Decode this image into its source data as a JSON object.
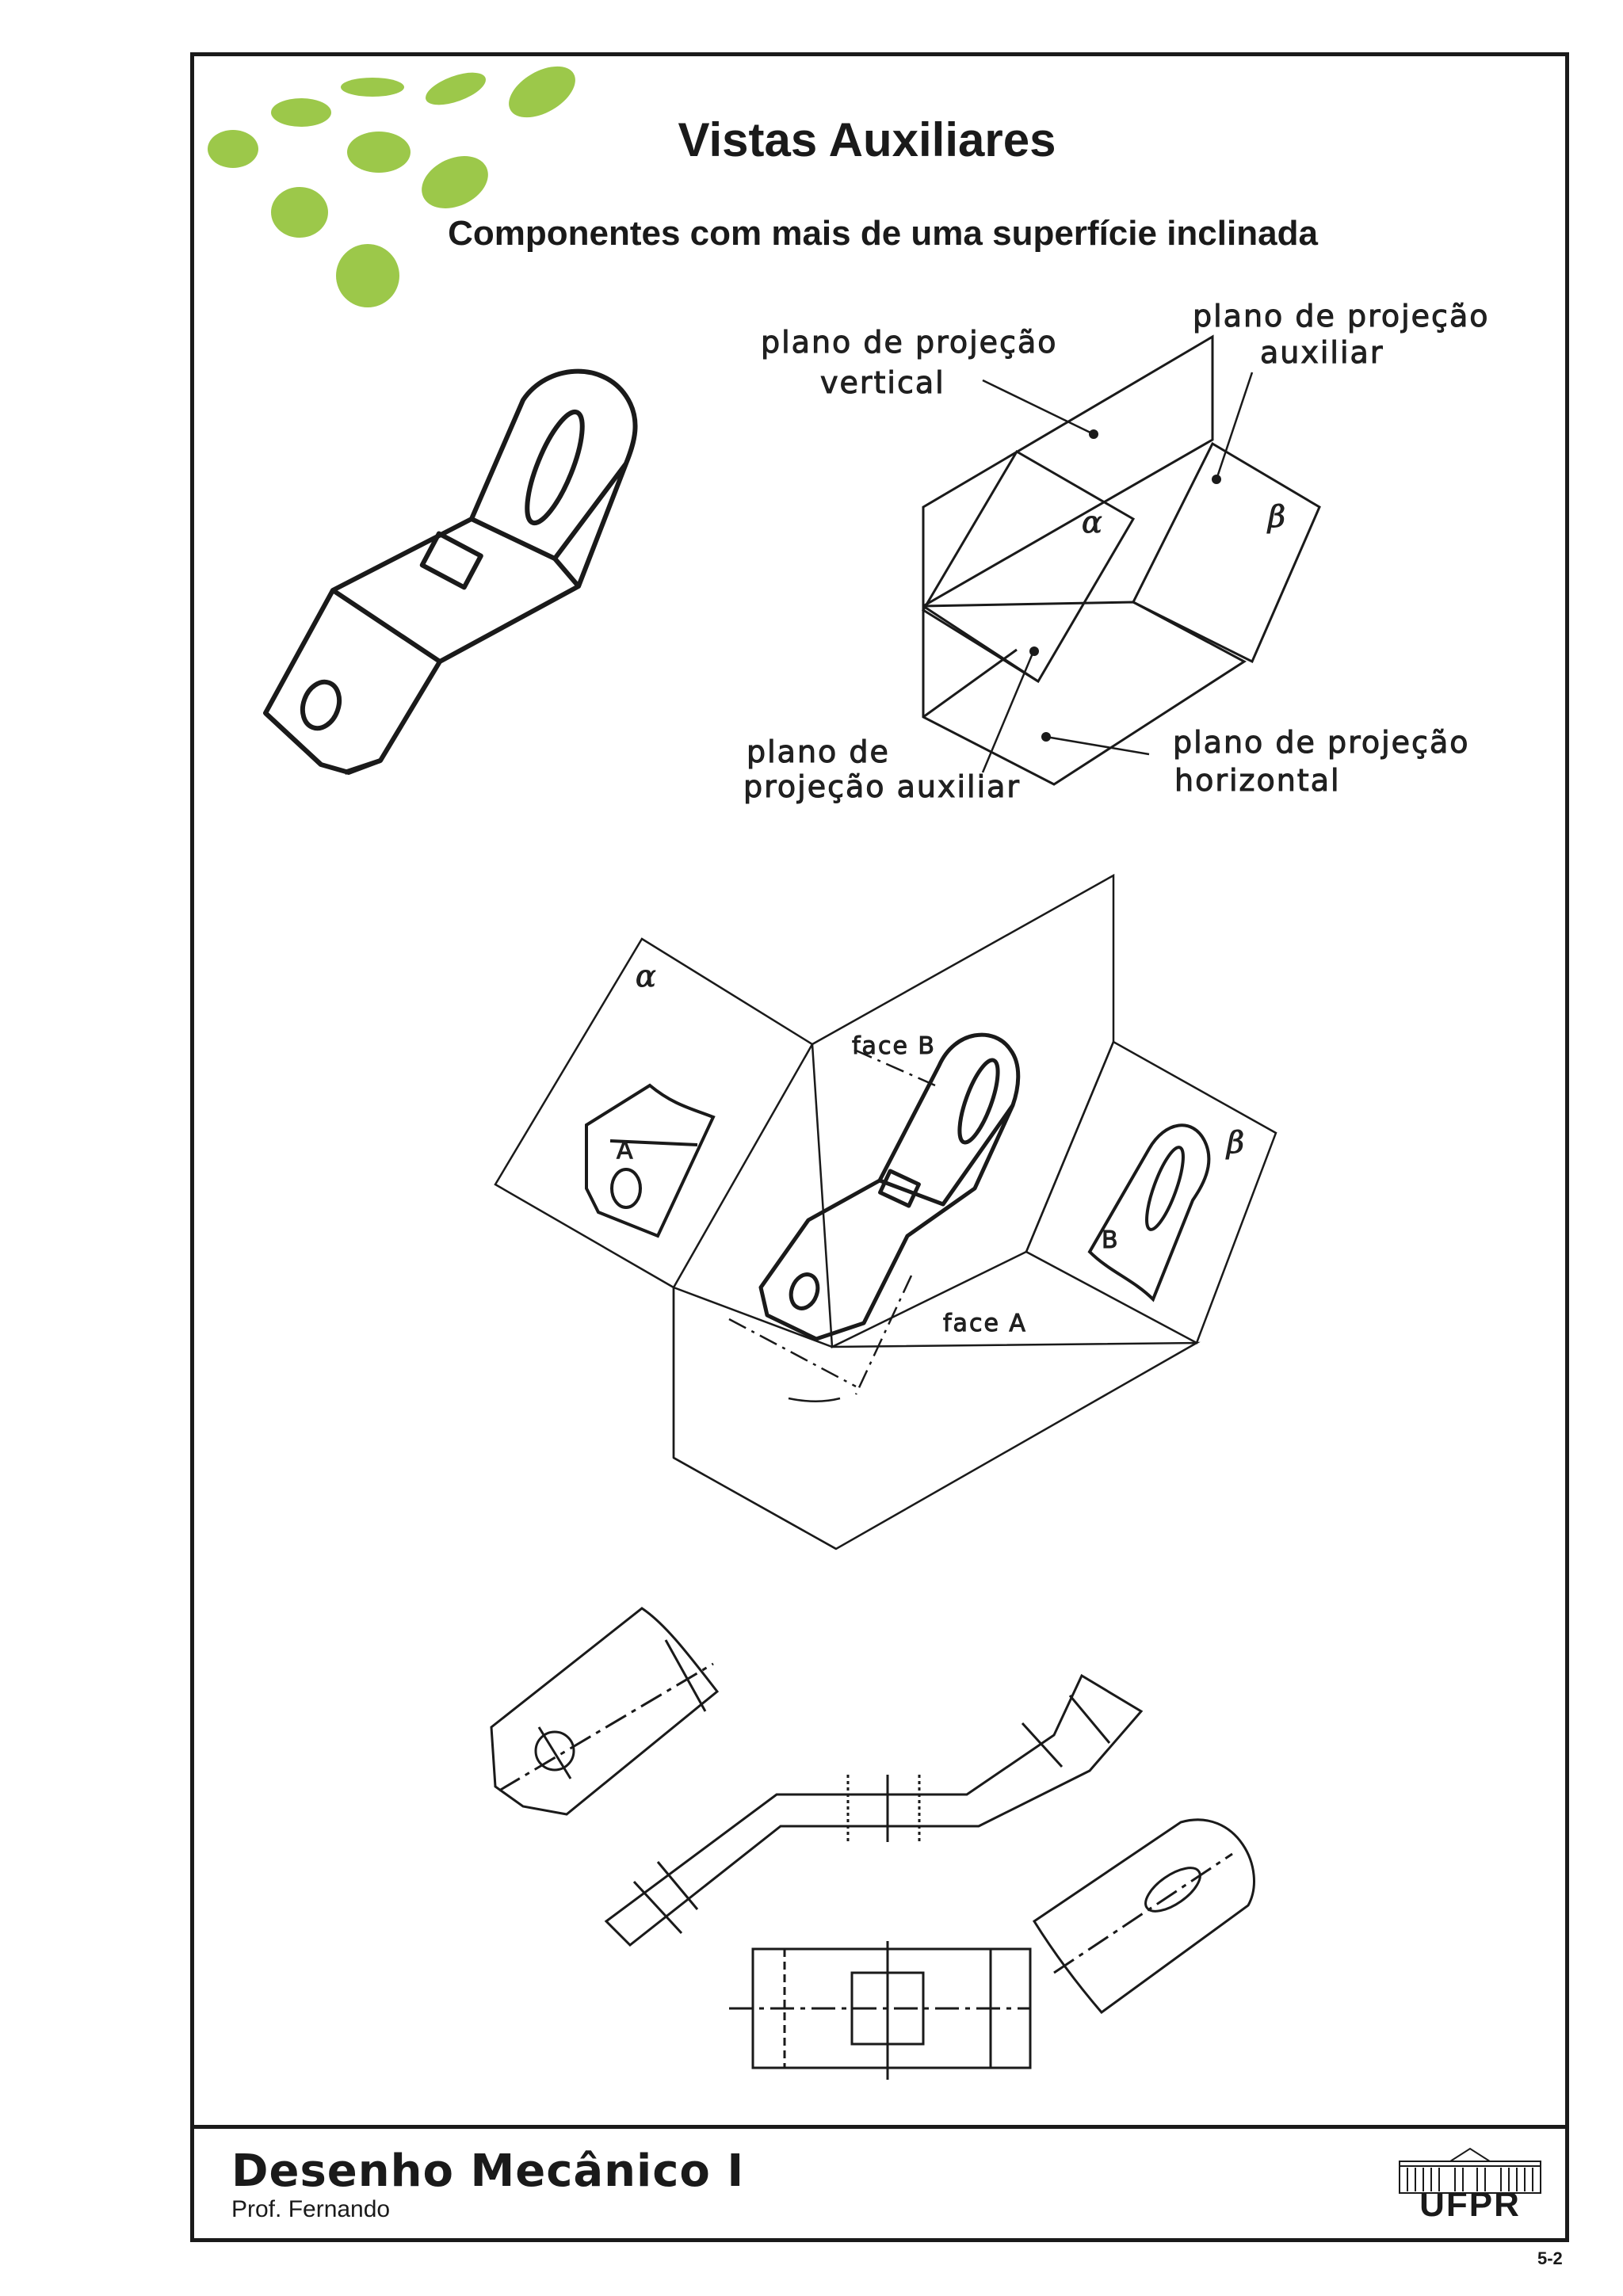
{
  "header": {
    "title": "Vistas Auxiliares",
    "subtitle": "Componentes com mais de uma superfície inclinada"
  },
  "diagram_top": {
    "label_vertical_1": "plano de projeção",
    "label_vertical_2": "vertical",
    "label_aux_top_1": "plano de projeção",
    "label_aux_top_2": "auxiliar",
    "label_aux_bottom_1": "plano de",
    "label_aux_bottom_2": "projeção auxiliar",
    "label_horizontal_1": "plano de projeção",
    "label_horizontal_2": "horizontal",
    "alpha": "α",
    "beta": "β"
  },
  "diagram_middle": {
    "alpha": "α",
    "beta": "β",
    "face_a": "face A",
    "face_b": "face B",
    "letter_a": "A",
    "letter_b": "B"
  },
  "footer": {
    "course": "Desenho Mecânico I",
    "professor": "Prof. Fernando",
    "logo_text": "UFPR",
    "page": "5-2"
  },
  "colors": {
    "accent_dots": "#9cc84a",
    "ink": "#1a1a1a"
  }
}
